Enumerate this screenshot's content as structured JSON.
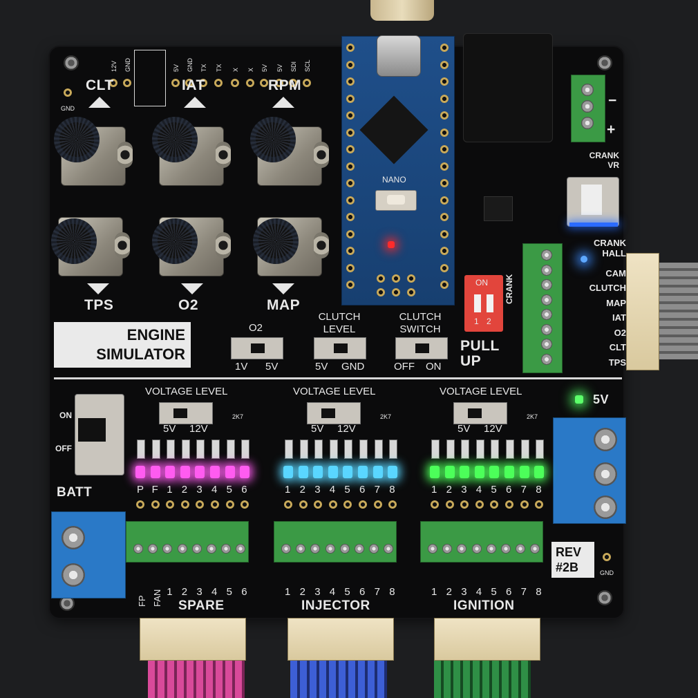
{
  "board": {
    "title_line1": "ENGINE",
    "title_line2": "SIMULATOR",
    "rev": "REV #2B",
    "gnd_label": "GND"
  },
  "header_pins": [
    "12V",
    "GND",
    "5V",
    "GND",
    "TX",
    "TX",
    "X",
    "X",
    "5V",
    "5V",
    "SDI",
    "SCL"
  ],
  "pots_top": [
    "CLT",
    "IAT",
    "RPM"
  ],
  "pots_bottom": [
    "TPS",
    "O2",
    "MAP"
  ],
  "nano_label": "NANO",
  "switches": {
    "o2": {
      "title": "O2",
      "left": "1V",
      "right": "5V"
    },
    "clutch_level": {
      "title": "CLUTCH LEVEL",
      "left": "5V",
      "right": "GND"
    },
    "clutch_switch": {
      "title": "CLUTCH SWITCH",
      "left": "OFF",
      "right": "ON"
    },
    "pullup": {
      "title": "PULL UP",
      "on": "ON",
      "pos1": "1",
      "pos2": "2",
      "side": "CRANK"
    },
    "crank_vr": {
      "title": "CRANK VR"
    }
  },
  "sensor_outputs": [
    "CRANK HALL",
    "CAM",
    "CLUTCH",
    "MAP",
    "IAT",
    "O2",
    "CLT",
    "TPS"
  ],
  "power": {
    "on": "ON",
    "off": "OFF",
    "batt": "BATT",
    "minus": "−",
    "plus": "+",
    "five_v": "5V"
  },
  "banks": [
    {
      "name": "SPARE",
      "voltage_title": "VOLTAGE LEVEL",
      "v_left": "5V",
      "v_right": "12V",
      "resistor": "2K7",
      "led_labels": [
        "P",
        "F",
        "1",
        "2",
        "3",
        "4",
        "5",
        "6"
      ],
      "pin_labels": [
        "FP",
        "FAN",
        "1",
        "2",
        "3",
        "4",
        "5",
        "6"
      ],
      "led_color": "#ff5cf0"
    },
    {
      "name": "INJECTOR",
      "voltage_title": "VOLTAGE LEVEL",
      "v_left": "5V",
      "v_right": "12V",
      "resistor": "2K7",
      "led_labels": [
        "1",
        "2",
        "3",
        "4",
        "5",
        "6",
        "7",
        "8"
      ],
      "pin_labels": [
        "1",
        "2",
        "3",
        "4",
        "5",
        "6",
        "7",
        "8"
      ],
      "led_color": "#5ad6ff"
    },
    {
      "name": "IGNITION",
      "voltage_title": "VOLTAGE LEVEL",
      "v_left": "5V",
      "v_right": "12V",
      "resistor": "2K7",
      "led_labels": [
        "1",
        "2",
        "3",
        "4",
        "5",
        "6",
        "7",
        "8"
      ],
      "pin_labels": [
        "1",
        "2",
        "3",
        "4",
        "5",
        "6",
        "7",
        "8"
      ],
      "led_color": "#4dff5a"
    }
  ]
}
